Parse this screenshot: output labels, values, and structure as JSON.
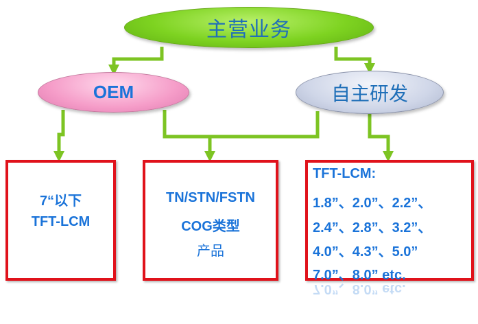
{
  "main_node": {
    "label": "主营业务"
  },
  "oem_node": {
    "label": "OEM"
  },
  "rd_node": {
    "label": "自主研发"
  },
  "box1": {
    "lines": [
      "7“以下",
      "TFT-LCM"
    ]
  },
  "box2": {
    "lines": [
      "TN/STN/FSTN",
      "COG类型",
      "产品"
    ]
  },
  "box3": {
    "lines": [
      "TFT-LCM:",
      "1.8”、2.0”、2.2”、",
      "2.4”、2.8”、3.2”、",
      "4.0”、4.3”、5.0”",
      "7.0”、8.0”   etc."
    ]
  },
  "colors": {
    "main_fill": "#7ed321",
    "oem_fill": "#f59cc8",
    "rd_fill": "#cfd6e8",
    "box_border": "#e0121b",
    "connector": "#7dc423",
    "text_blue": "#1a73d9"
  }
}
